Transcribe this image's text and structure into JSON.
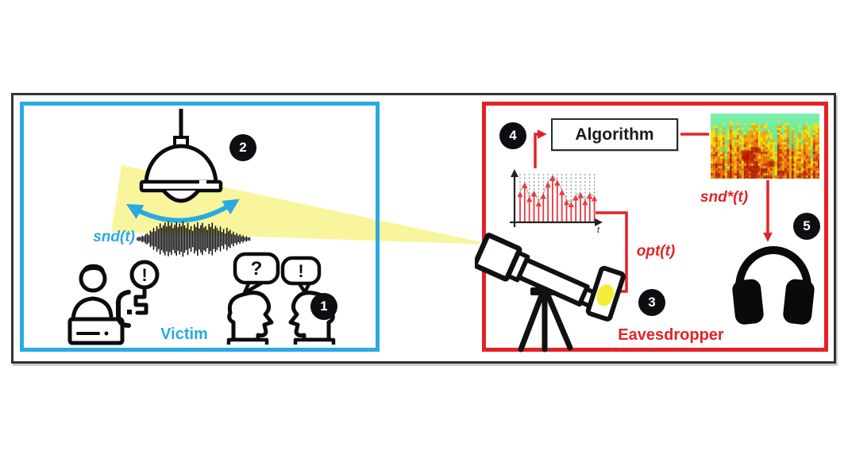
{
  "badges": {
    "b1": "1",
    "b2": "2",
    "b3": "3",
    "b4": "4",
    "b5": "5"
  },
  "victim": {
    "label": "Victim",
    "snd_label": "snd(t)",
    "bubble_question": "?",
    "bubble_exclaim": "!",
    "alert_glyph": "!"
  },
  "eavesdropper": {
    "label": "Eavesdropper",
    "algorithm_label": "Algorithm",
    "opt_label": "opt(t)",
    "snd_star_label": "snd*(t)"
  },
  "colors": {
    "blue": "#29abe2",
    "red": "#e32227",
    "badge_black": "#0d0d12",
    "beam_yellow": "#f6f282",
    "sensor_yellow": "#f2ee35",
    "icon_black": "#0c0c0c"
  },
  "graphics": {
    "sampled_plot": {
      "type": "stem",
      "t_label": "t",
      "stem_heights": [
        0.55,
        0.78,
        0.42,
        0.56,
        0.3,
        0.5,
        0.8,
        0.97,
        0.85,
        0.6,
        0.34,
        0.28,
        0.46,
        0.52,
        0.34,
        0.5,
        0.44
      ]
    },
    "waveform_amplitudes": [
      0.08,
      0.12,
      0.1,
      0.18,
      0.14,
      0.25,
      0.3,
      0.22,
      0.45,
      0.38,
      0.6,
      0.42,
      0.7,
      0.55,
      0.85,
      0.62,
      0.75,
      0.9,
      0.68,
      0.95,
      0.72,
      0.88,
      0.6,
      0.78,
      0.92,
      0.65,
      0.85,
      0.7,
      0.97,
      0.75,
      0.6,
      0.88,
      0.52,
      0.7,
      0.45,
      0.8,
      0.65,
      0.92,
      0.58,
      0.75,
      0.88,
      0.62,
      0.7,
      0.5,
      0.82,
      0.66,
      0.9,
      0.55,
      0.72,
      0.6,
      0.45,
      0.68,
      0.38,
      0.55,
      0.3,
      0.62,
      0.42,
      0.5,
      0.28,
      0.4,
      0.22,
      0.32,
      0.18,
      0.26,
      0.14,
      0.2,
      0.1,
      0.15,
      0.08,
      0.1
    ],
    "spectrogram": {
      "seed": 7,
      "columns": 46,
      "palette": [
        "#ffe100",
        "#ff9d00",
        "#ff5f00",
        "#e32200",
        "#b51500"
      ],
      "background_top": "#7df0ae",
      "background_bottom": "#4ee06a"
    }
  }
}
